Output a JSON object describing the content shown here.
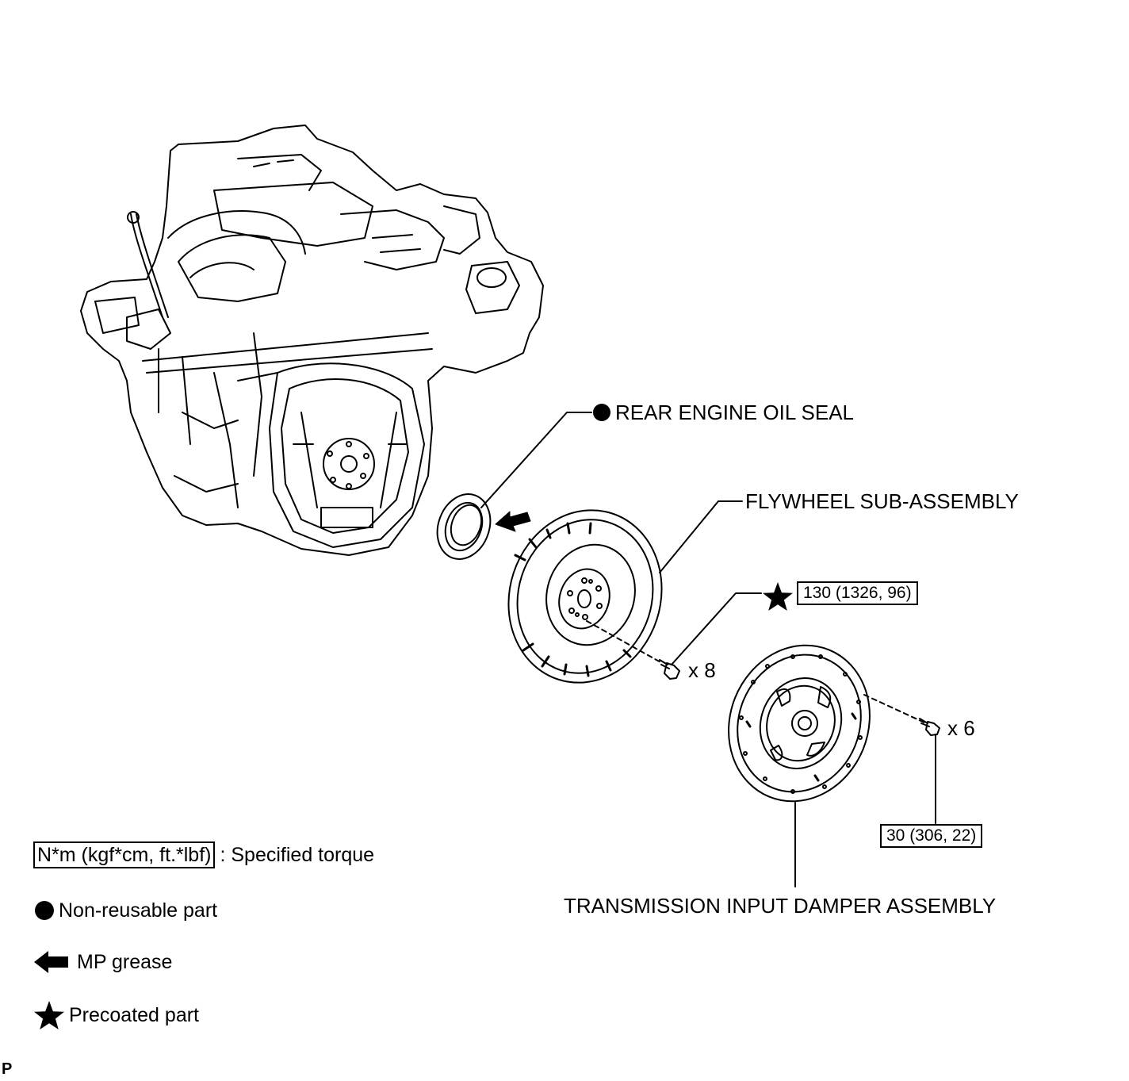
{
  "callouts": {
    "oil_seal": "REAR ENGINE OIL SEAL",
    "flywheel": "FLYWHEEL SUB-ASSEMBLY",
    "flywheel_bolt_count": "x 8",
    "flywheel_torque": "130 (1326, 96)",
    "damper_bolt_count": "x 6",
    "damper_torque": "30 (306, 22)",
    "damper": "TRANSMISSION INPUT DAMPER ASSEMBLY"
  },
  "legend": {
    "torque_box": "N*m (kgf*cm, ft.*lbf)",
    "torque_text": ": Specified torque",
    "non_reusable": "Non-reusable part",
    "mp_grease": "MP grease",
    "precoated": "Precoated part"
  },
  "corner_mark": "P"
}
